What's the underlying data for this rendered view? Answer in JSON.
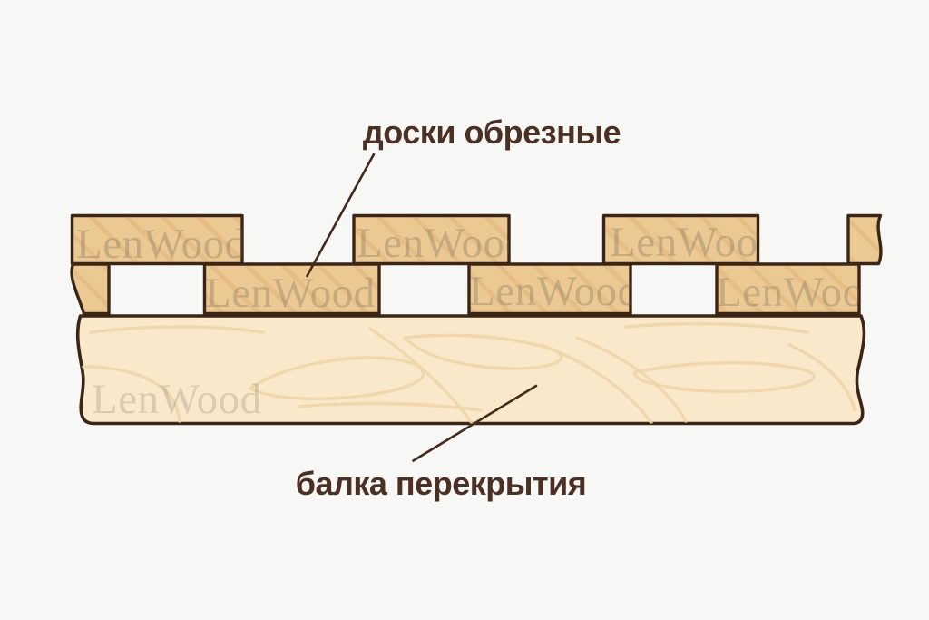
{
  "diagram": {
    "title_context": "wood floor construction cross-section",
    "labels": {
      "top": "доски обрезные",
      "bottom": "балка перекрытия"
    },
    "watermark": "LenWood",
    "colors": {
      "background": "#f7f7f5",
      "board_fill": "#ecc993",
      "board_grain": "#dfb478",
      "beam_fill": "#f9e9ca",
      "beam_grain": "#eed6a8",
      "outline": "#3b2516",
      "label_text": "#4c3024",
      "leader_line": "#45291a",
      "watermark_color": "#6e6356"
    }
  }
}
